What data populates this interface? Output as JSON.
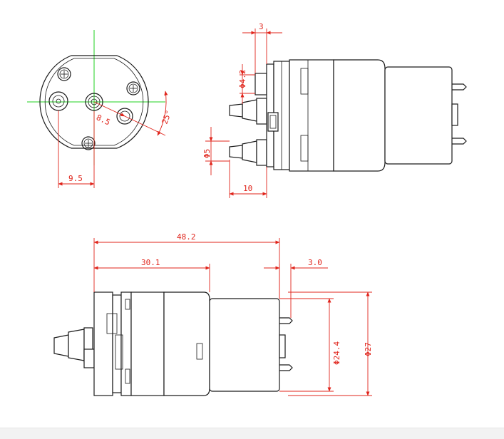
{
  "drawing": {
    "colors": {
      "line": "#1a1a1a",
      "dimension": "#e0241b",
      "centerline": "#1fd11f"
    },
    "front_view": {
      "dims": {
        "offset_horizontal": "9.5",
        "radius": "8.5",
        "angle": "25°"
      }
    },
    "side_view": {
      "dims": {
        "spacing_top": "3",
        "diameter_small": "Φ4.2",
        "diameter_barb": "Φ5",
        "barb_length": "10"
      }
    },
    "bottom_view": {
      "dims": {
        "overall_length": "48.2",
        "body_length": "30.1",
        "terminal": "3.0",
        "motor_diameter": "Φ24.4",
        "body_diameter": "Φ27"
      }
    }
  }
}
